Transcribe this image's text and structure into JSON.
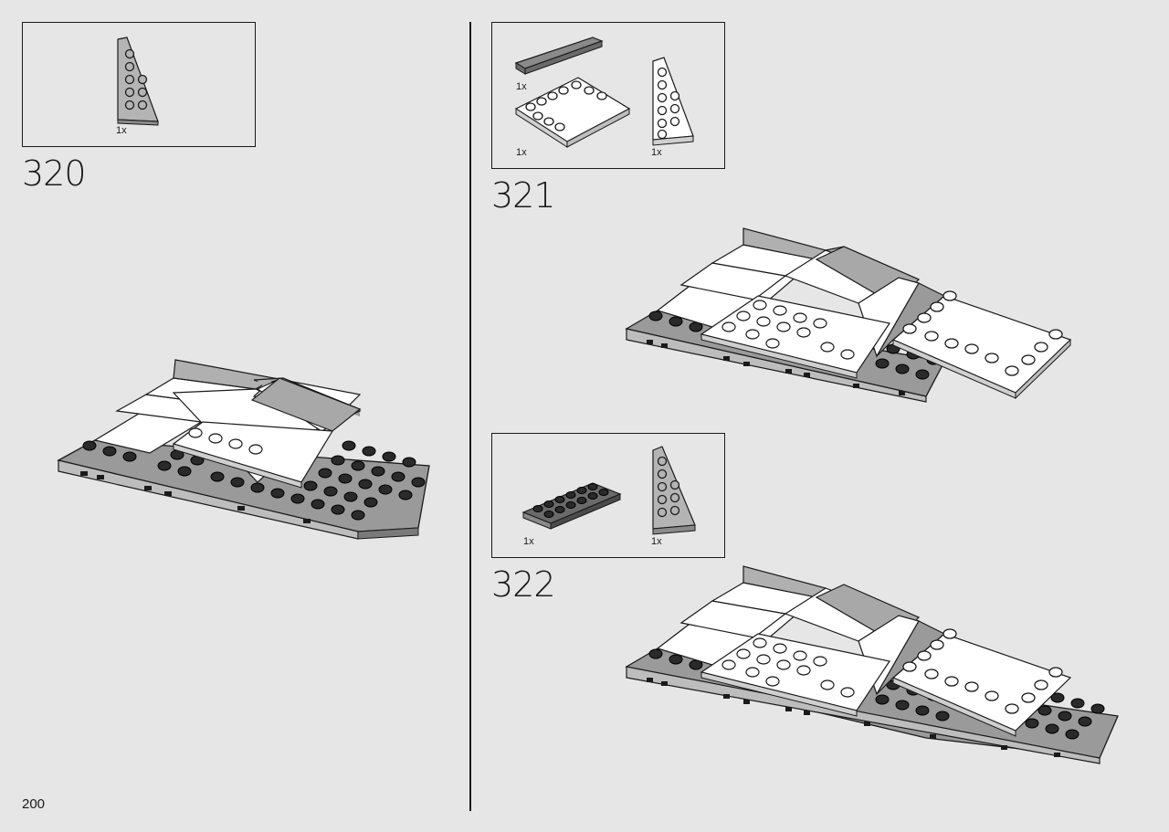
{
  "steps": [
    {
      "number": "320",
      "parts": [
        {
          "qty": "1x",
          "icon": "light-gray-wedge-plate-icon"
        }
      ]
    },
    {
      "number": "321",
      "parts": [
        {
          "qty": "1x",
          "icon": "dark-gray-tile-icon"
        },
        {
          "qty": "1x",
          "icon": "white-plate-icon"
        },
        {
          "qty": "1x",
          "icon": "white-wedge-plate-icon"
        }
      ]
    },
    {
      "number": "322",
      "parts": [
        {
          "qty": "1x",
          "icon": "dark-gray-plate-icon"
        },
        {
          "qty": "1x",
          "icon": "light-gray-wedge-plate-icon"
        }
      ]
    }
  ],
  "page_number": "200"
}
